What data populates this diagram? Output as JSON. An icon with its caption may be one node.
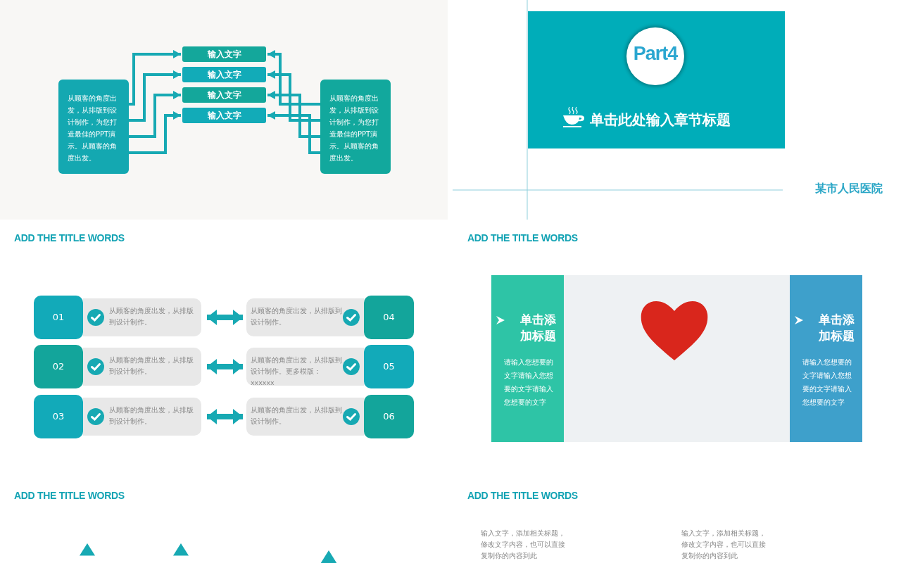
{
  "diagram": {
    "nodes": [
      {
        "text": [
          "从顾客的角度出发，从排版到设计制作，为您打造最佳的PPT演示。从顾客的角度出发。"
        ]
      },
      {
        "text": [
          "输入文字"
        ]
      },
      {
        "text": [
          "输入文字"
        ]
      },
      {
        "text": [
          "输入文字"
        ]
      },
      {
        "text": [
          "输入文字"
        ]
      },
      {
        "text": [
          "从顾客的角度出发，从排版到设计制作，为您打造最佳的PPT演示。从顾客的角度出发。"
        ]
      },
      {
        "text": [
          "单击此处输入章节标题"
        ]
      },
      {
        "text": [
          "Part4"
        ],
        "in": 6
      },
      {
        "text": [
          "01"
        ]
      },
      {
        "text": [
          "从顾客的角度出发，从排版到设计制作。"
        ]
      },
      {
        "text": [
          "从顾客的角度出发，从排版到设计制作。"
        ]
      },
      {
        "text": [
          "04"
        ]
      },
      {
        "text": [
          "02"
        ]
      },
      {
        "text": [
          "从顾客的角度出发，从排版到设计制作。"
        ]
      },
      {
        "text": [
          "从顾客的角度出发，从排版到设计制作。更多模版：xxxxxx"
        ]
      },
      {
        "text": [
          "05"
        ]
      },
      {
        "text": [
          "03"
        ]
      },
      {
        "text": [
          "从顾客的角度出发，从排版到设计制作。"
        ]
      },
      {
        "text": [
          "从顾客的角度出发，从排版到设计制作。"
        ]
      },
      {
        "text": [
          "06"
        ]
      },
      {
        "text": [
          "单击添加标题",
          "请输入您想要的文字请输入您想要的文字请输入您想要的文字"
        ]
      },
      {
        "text": [
          "单击添加标题",
          "请输入您想要的文字请输入您想要的文字请输入您想要的文字"
        ]
      }
    ],
    "edges": [
      {
        "from": 0,
        "to": 1,
        "arrow": "to"
      },
      {
        "from": 0,
        "to": 2,
        "arrow": "to"
      },
      {
        "from": 0,
        "to": 3,
        "arrow": "to"
      },
      {
        "from": 0,
        "to": 4,
        "arrow": "to"
      },
      {
        "from": 5,
        "to": 1,
        "arrow": "to"
      },
      {
        "from": 5,
        "to": 2,
        "arrow": "to"
      },
      {
        "from": 5,
        "to": 3,
        "arrow": "to"
      },
      {
        "from": 5,
        "to": 4,
        "arrow": "to"
      },
      {
        "from": 9,
        "to": 10,
        "arrow": "both",
        "style": "thick"
      },
      {
        "from": 13,
        "to": 14,
        "arrow": "both",
        "style": "thick"
      },
      {
        "from": 17,
        "to": 18,
        "arrow": "both",
        "style": "thick"
      }
    ],
    "labels": [
      "某市人民医院",
      "ADD THE TITLE WORDS",
      "ADD THE TITLE WORDS",
      "ADD THE TITLE WORDS",
      "ADD THE TITLE WORDS",
      "输入文字，添加相关标题，修改文字内容，也可以直接复制你的内容到此",
      "输入文字，添加相关标题，修改文字内容，也可以直接复制你的内容到此"
    ]
  }
}
